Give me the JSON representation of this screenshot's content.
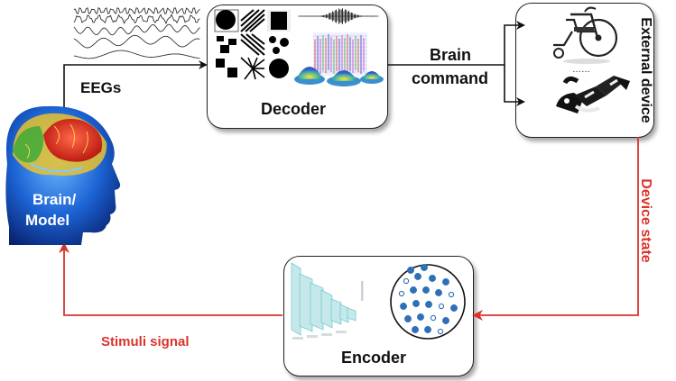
{
  "labels": {
    "eegs": "EEGs",
    "decoder": "Decoder",
    "brain_command_line1": "Brain",
    "brain_command_line2": "command",
    "external_device": "External device",
    "ellipsis": "……",
    "device_state": "Device state",
    "encoder": "Encoder",
    "stimuli_signal": "Stimuli signal",
    "brain_model_line1": "Brain/",
    "brain_model_line2": "Model"
  },
  "colors": {
    "black_arrow": "#111111",
    "red_arrow": "#d9342b",
    "box_border": "#222222",
    "brain_blue": "#1f5fd8",
    "brain_red": "#e0281e",
    "brain_yellow": "#f2d21a",
    "brain_green": "#3faa3a",
    "dot_blue": "#2e6fb8"
  }
}
